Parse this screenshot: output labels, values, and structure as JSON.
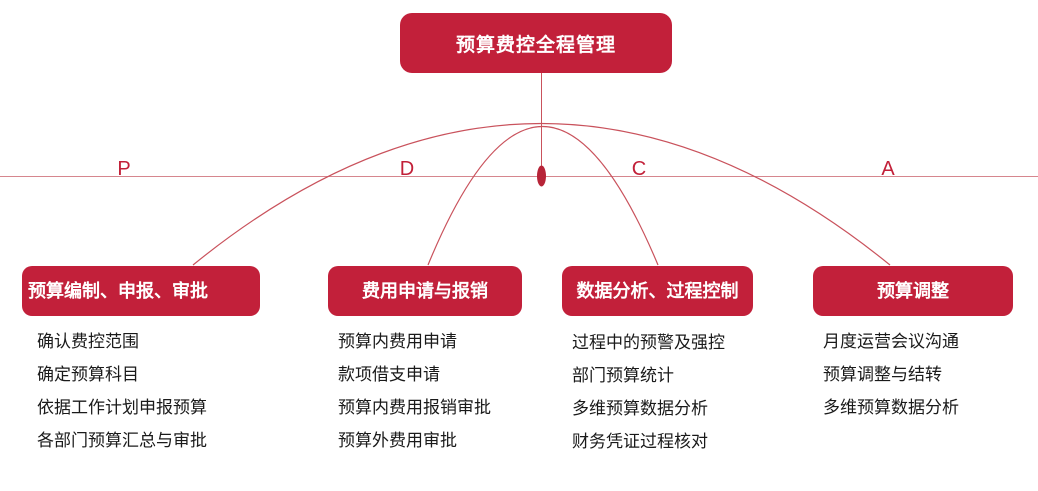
{
  "diagram": {
    "title": "预算费控全程管理",
    "pdca_letters": [
      {
        "id": "p",
        "label": "P"
      },
      {
        "id": "d",
        "label": "D"
      },
      {
        "id": "c",
        "label": "C"
      },
      {
        "id": "a",
        "label": "A"
      }
    ],
    "columns": [
      {
        "header": "预算编制、申报、审批",
        "items": [
          "确认费控范围",
          "确定预算科目",
          "依据工作计划申报预算",
          "各部门预算汇总与审批"
        ]
      },
      {
        "header": "费用申请与报销",
        "items": [
          "预算内费用申请",
          "款项借支申请",
          "预算内费用报销审批",
          "预算外费用审批"
        ]
      },
      {
        "header": "数据分析、过程控制",
        "items": [
          "过程中的预警及强控",
          "部门预算统计",
          "多维预算数据分析",
          "财务凭证过程核对"
        ]
      },
      {
        "header": "预算调整",
        "items": [
          "月度运营会议沟通",
          "预算调整与结转",
          "多维预算数据分析"
        ]
      }
    ]
  },
  "colors": {
    "box-red": "#c2203a",
    "node-red": "#b72438",
    "arc-line": "#c9525c",
    "soft-line": "#d6868e",
    "letter-red": "#c21f38",
    "list-text": "#1a1a1a",
    "box-label": "#ffffff"
  }
}
